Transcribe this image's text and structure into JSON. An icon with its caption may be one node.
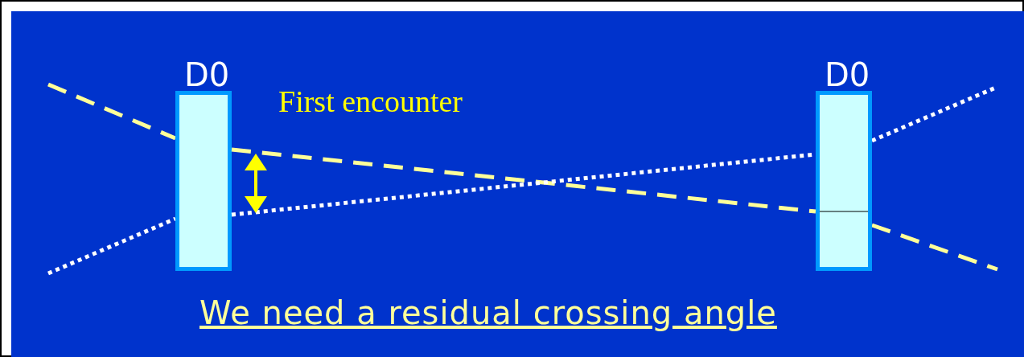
{
  "diagram": {
    "nodes": [
      {
        "text": [
          "D0"
        ]
      },
      {
        "text": [
          "D0"
        ]
      }
    ],
    "edges": [
      {
        "from": 0,
        "to": 1,
        "arrow": "none",
        "style": "dashed",
        "color": "#ffff99"
      },
      {
        "from": 0,
        "to": 1,
        "arrow": "none",
        "color": "#ffffff"
      }
    ],
    "labels": [
      "First encounter",
      "We need a residual crossing angle"
    ]
  }
}
